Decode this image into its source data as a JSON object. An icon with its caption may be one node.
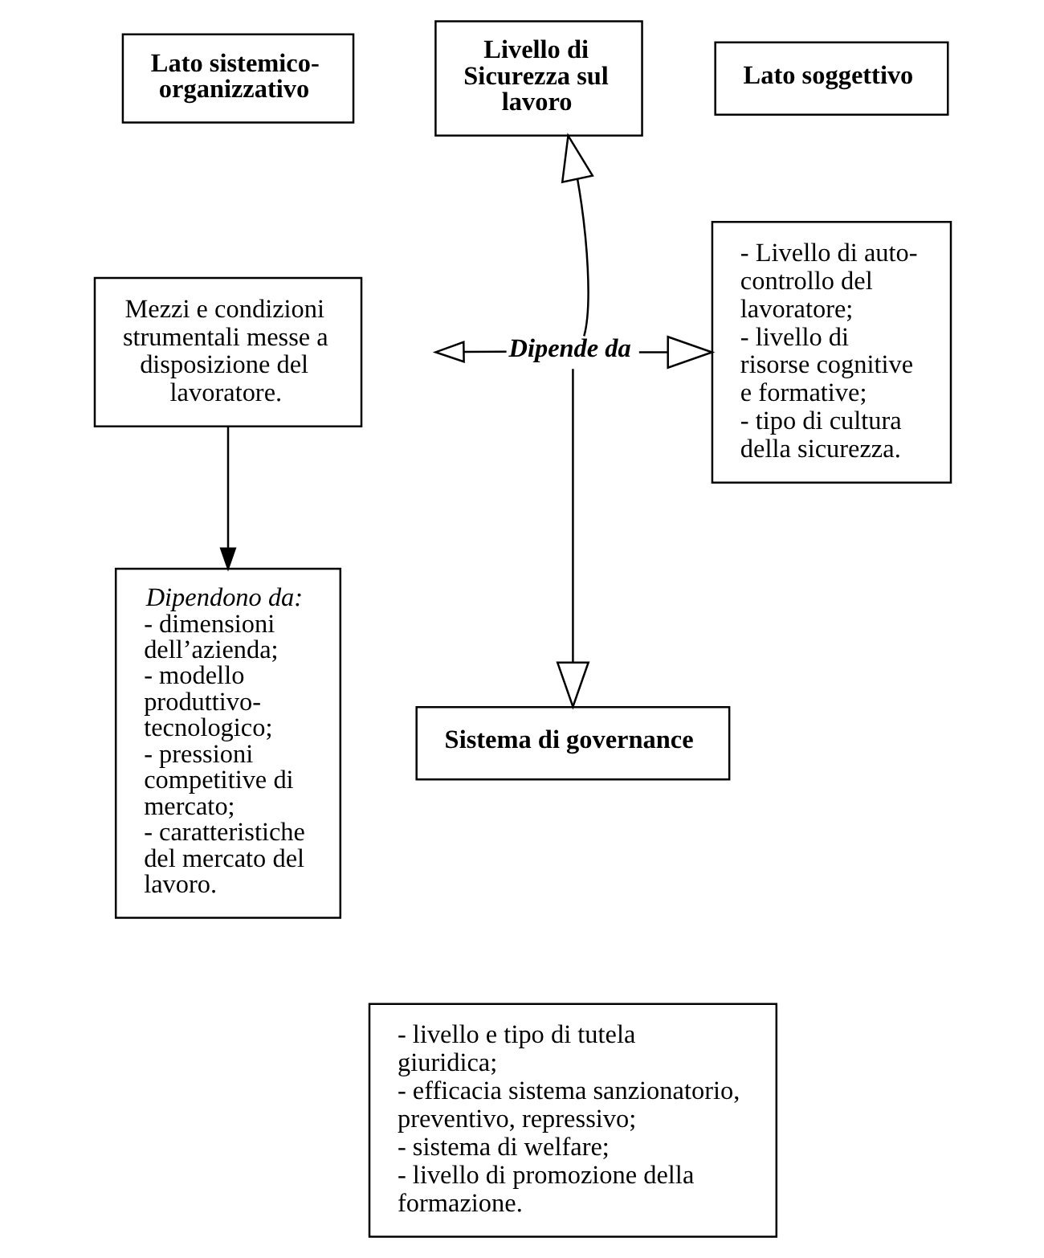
{
  "diagram": {
    "nodes": [
      {
        "text": [
          "Livello di Sicurezza sul lavoro"
        ]
      },
      {
        "text": [
          "Lato sistemico-organizzativo"
        ]
      },
      {
        "text": [
          "Lato soggettivo"
        ]
      },
      {
        "text": [
          "Mezzi e condizioni strumentali messe a disposizione del lavoratore."
        ]
      },
      {
        "text": [
          "Dipende da"
        ]
      },
      {
        "text": [
          "- Livello di auto-controllo del lavoratore;",
          "- livello di risorse cognitive e formative;",
          "- tipo di cultura della sicurezza."
        ]
      },
      {
        "text": [
          "Dipendono da:",
          "- dimensioni dell’azienda;",
          "- modello produttivo-tecnologico;",
          "- pressioni competitive di mercato;",
          "- caratteristiche del mercato del lavoro."
        ]
      },
      {
        "text": [
          "Sistema di governance"
        ]
      },
      {
        "text": [
          "- livello e tipo di tutela giuridica;",
          "- efficacia sistema sanzionatorio, preventivo, repressivo;",
          "- sistema di welfare;",
          "- livello di promozione della formazione."
        ]
      }
    ],
    "edges": [
      {
        "from": 4,
        "to": 0,
        "arrow": "to"
      },
      {
        "from": 4,
        "to": 7,
        "arrow": "to"
      },
      {
        "from": 4,
        "to": null,
        "arrow": "to"
      },
      {
        "from": 4,
        "to": 5,
        "arrow": "to"
      },
      {
        "from": 3,
        "to": 6,
        "arrow": "to"
      }
    ]
  }
}
